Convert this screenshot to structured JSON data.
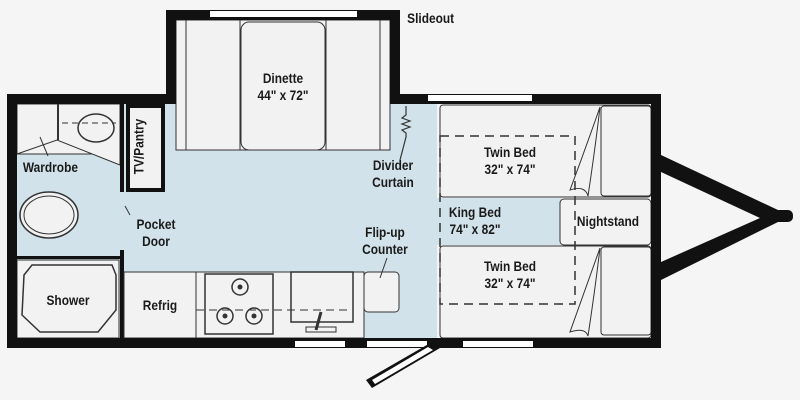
{
  "labels": {
    "slideout": "Slideout",
    "dinette": {
      "name": "Dinette",
      "size": "44\" x 72\""
    },
    "tv_pantry": "TV/Pantry",
    "wardrobe": "Wardrobe",
    "pocket_door": {
      "line1": "Pocket",
      "line2": "Door"
    },
    "shower": "Shower",
    "refrig": "Refrig",
    "divider_curtain": {
      "line1": "Divider",
      "line2": "Curtain"
    },
    "flip_up_counter": {
      "line1": "Flip-up",
      "line2": "Counter"
    },
    "twin_bed_top": {
      "name": "Twin Bed",
      "size": "32\" x 74\""
    },
    "twin_bed_bottom": {
      "name": "Twin Bed",
      "size": "32\" x 74\""
    },
    "king_bed": {
      "name": "King Bed",
      "size": "74\" x 82\""
    },
    "nightstand": "Nightstand"
  },
  "colors": {
    "wall": "#111111",
    "floor": "#d2e2ea",
    "fixture": "#f2f2f2",
    "background": "#f5f5f5"
  }
}
